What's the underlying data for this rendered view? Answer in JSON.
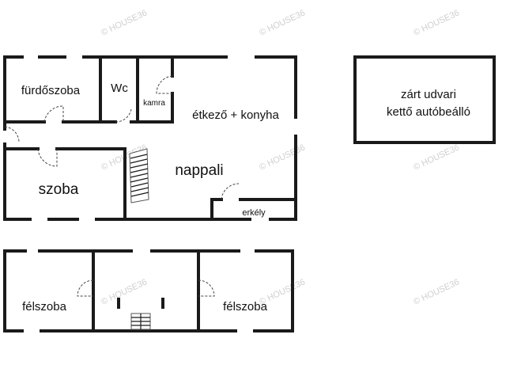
{
  "rooms": {
    "furdoszoba": "fürdőszoba",
    "wc": "Wc",
    "kamra": "kamra",
    "etkezo": "étkező + konyha",
    "nappali": "nappali",
    "szoba": "szoba",
    "erkely": "erkély",
    "felszoba_left": "félszoba",
    "felszoba_right": "félszoba"
  },
  "garage": {
    "line1": "zárt udvari",
    "line2": "kettő autóbeálló"
  },
  "watermark": "© HOUSE36"
}
